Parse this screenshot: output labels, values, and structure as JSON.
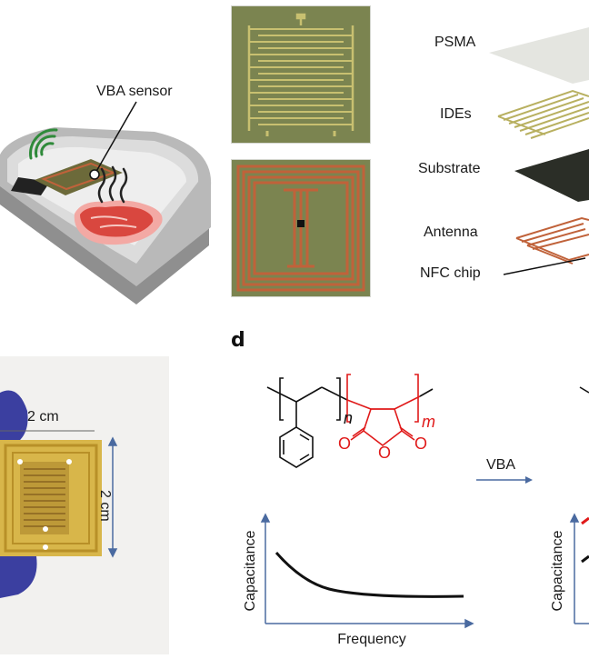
{
  "figure": {
    "panel_a": {
      "sensor_label": "VBA sensor"
    },
    "panel_c": {
      "layers": [
        "PSMA",
        "IDEs",
        "Substrate",
        "Antenna",
        "NFC chip"
      ]
    },
    "panel_b": {
      "width_label": "2 cm",
      "height_label": "2 cm"
    },
    "panel_d": {
      "letter": "d",
      "subscript_n": "n",
      "subscript_m": "m",
      "reaction_label": "VBA",
      "plot_ylabel": "Capacitance",
      "plot_xlabel": "Frequency",
      "right_plot_ylabel": "Capacitance"
    },
    "colors": {
      "pcb_green": "#7b8450",
      "trace_gold": "#c8c070",
      "trace_copper": "#c0623a",
      "polymer_red": "#e01a1a",
      "glove_blue": "#3b3fa0"
    }
  }
}
